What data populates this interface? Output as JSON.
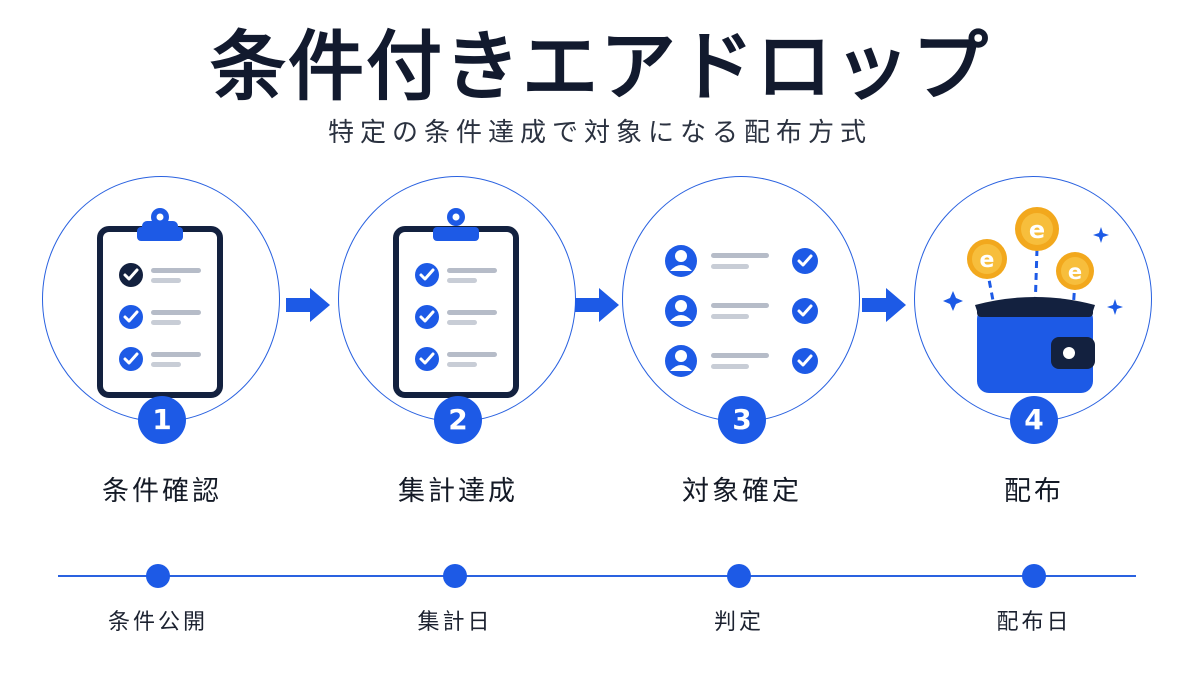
{
  "title": "条件付きエアドロップ",
  "subtitle": "特定の条件達成で対象になる配布方式",
  "steps": [
    {
      "number": "1",
      "label": "条件確認"
    },
    {
      "number": "2",
      "label": "集計達成"
    },
    {
      "number": "3",
      "label": "対象確定"
    },
    {
      "number": "4",
      "label": "配布"
    }
  ],
  "timeline": [
    {
      "label": "条件公開"
    },
    {
      "label": "集計日"
    },
    {
      "label": "判定"
    },
    {
      "label": "配布日"
    }
  ],
  "coin_glyph": "e",
  "colors": {
    "accent": "#1d5ae6",
    "navy": "#13213f",
    "coin": "#f2a81d",
    "line": "#2a62e0"
  }
}
